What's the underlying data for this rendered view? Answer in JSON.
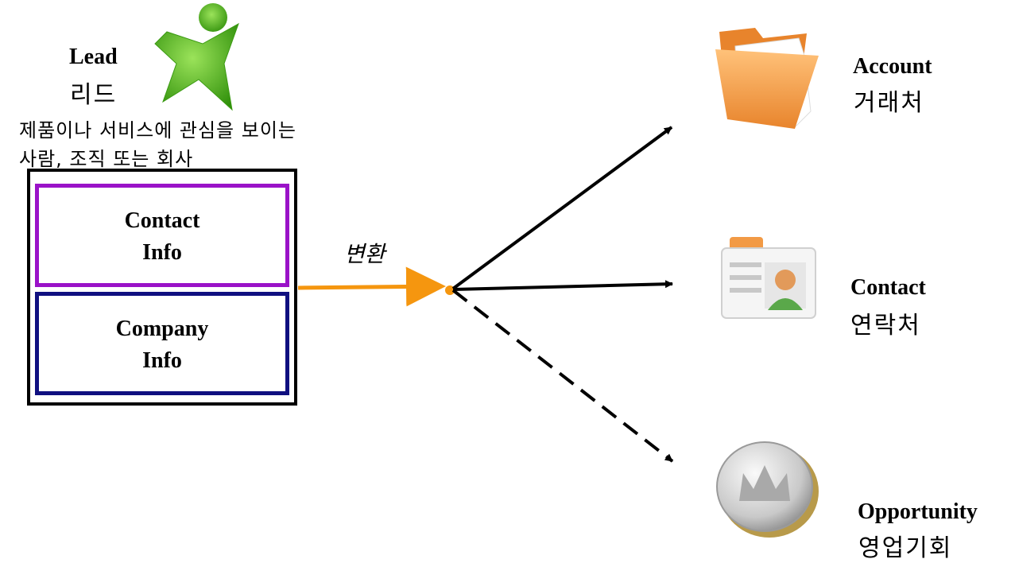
{
  "lead": {
    "title": "Lead",
    "title_kr": "리드",
    "description": "제품이나 서비스에 관심을 보이는 사람, 조직 또는 회사",
    "icon": "green-star-person-icon"
  },
  "lead_box": {
    "contact_info": "Contact\nInfo",
    "company_info": "Company\nInfo"
  },
  "conversion": {
    "label": "변환"
  },
  "targets": {
    "account": {
      "title": "Account",
      "title_kr": "거래처",
      "icon": "folder-icon"
    },
    "contact": {
      "title": "Contact",
      "title_kr": "연락처",
      "icon": "contact-card-icon"
    },
    "opportunity": {
      "title": "Opportunity",
      "title_kr": "영업기회",
      "icon": "coin-icon"
    }
  },
  "colors": {
    "contact_border": "#9a12c8",
    "company_border": "#101080",
    "convert_arrow": "#f5960f",
    "folder": "#f5a24a",
    "star": "#4db814"
  }
}
